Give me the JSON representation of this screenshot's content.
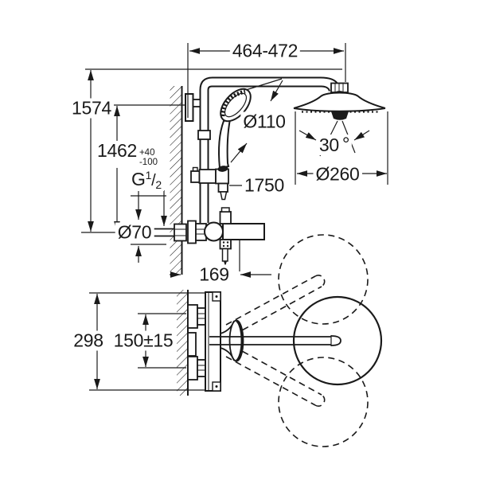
{
  "colors": {
    "ink": "#1a1a1a",
    "background": "#ffffff"
  },
  "dims": {
    "width_range": "464-472",
    "total_height": "1574",
    "shower_height": {
      "value": "1462",
      "tol_plus": "+40",
      "tol_minus": "-100"
    },
    "thread": {
      "prefix": "G",
      "numerator": "1",
      "slash": "/",
      "denominator": "2"
    },
    "rosette_diameter": "Ø70",
    "hose_length": "1750",
    "projection": "169",
    "hand_shower_diameter": "Ø110",
    "spray_angle_value": "30",
    "spray_angle_unit": "°",
    "head_shower_diameter": "Ø260",
    "total_depth": "298",
    "connection_spacing": "150±15"
  }
}
